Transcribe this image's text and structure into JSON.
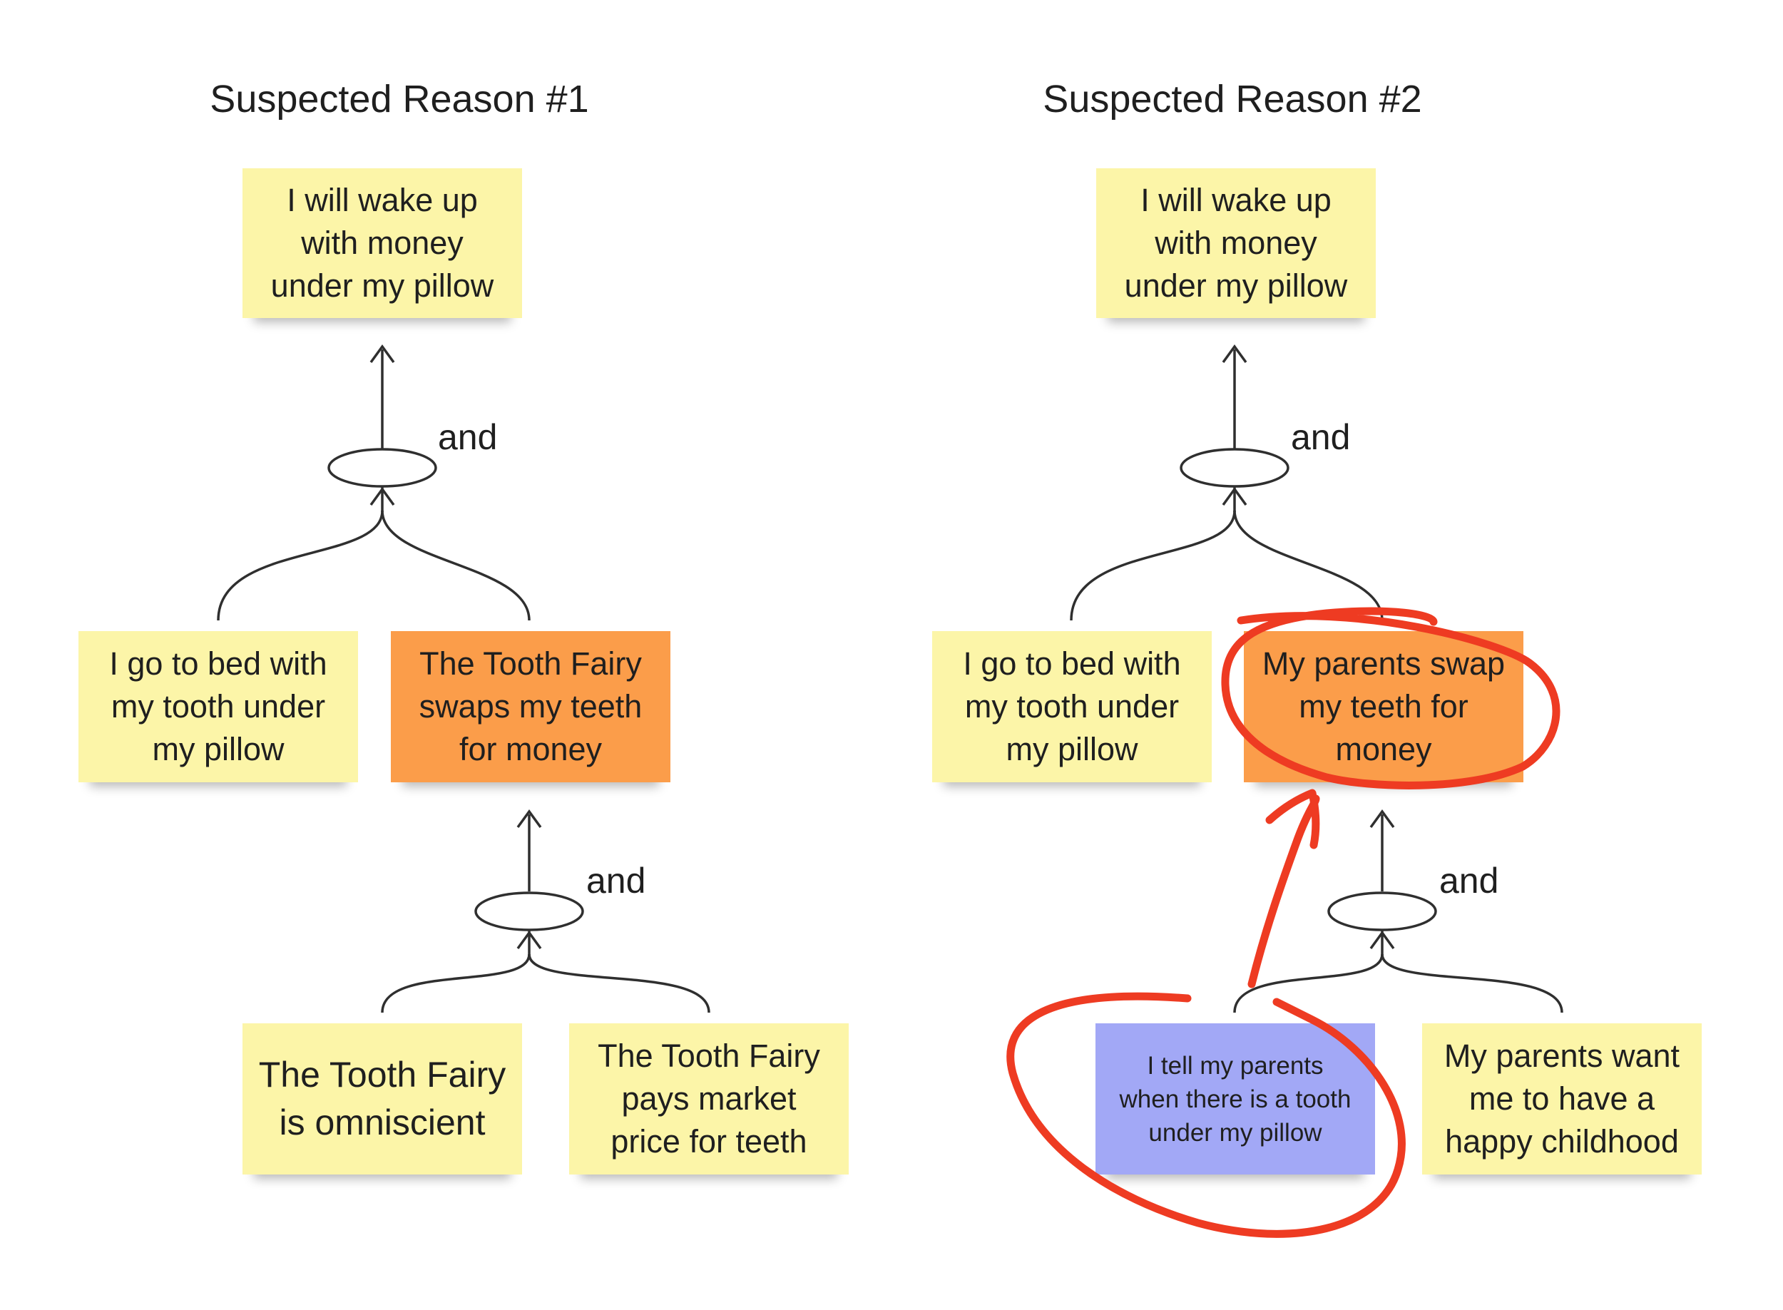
{
  "columns": [
    {
      "title": "Suspected Reason #1",
      "notes": {
        "top": "I will wake up\nwith money\nunder my pillow",
        "left": "I go to bed with\nmy tooth under\nmy pillow",
        "right": "The Tooth Fairy\nswaps my teeth\nfor money",
        "bottom_left": "The Tooth Fairy\nis omniscient",
        "bottom_right": "The Tooth Fairy\npays market\nprice for teeth"
      },
      "connectors": [
        "and",
        "and"
      ]
    },
    {
      "title": "Suspected Reason #2",
      "notes": {
        "top": "I will wake up\nwith money\nunder my pillow",
        "left": "I go to bed with\nmy tooth under\nmy pillow",
        "right": "My parents swap\nmy teeth for\nmoney",
        "bottom_left": "I tell my parents\nwhen there is a tooth\nunder my pillow",
        "bottom_right": "My parents want\nme to have a\nhappy childhood"
      },
      "connectors": [
        "and",
        "and"
      ]
    }
  ],
  "colors": {
    "yellow_note": "#fcf5a8",
    "orange_note": "#fb9d4a",
    "blue_note": "#a2a8f6",
    "annotation_red": "#ee3b22",
    "line": "#2f2f2f"
  }
}
